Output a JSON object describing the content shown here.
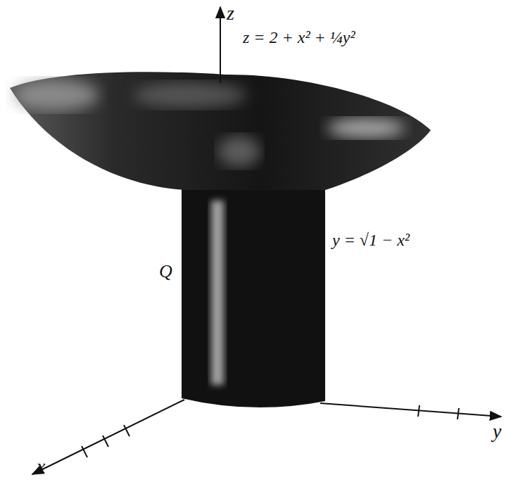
{
  "diagram": {
    "labels": [
      "z",
      "z = 2 + x² + ¼y²",
      "Q",
      "y = √1 − x²",
      "x",
      "y"
    ]
  }
}
